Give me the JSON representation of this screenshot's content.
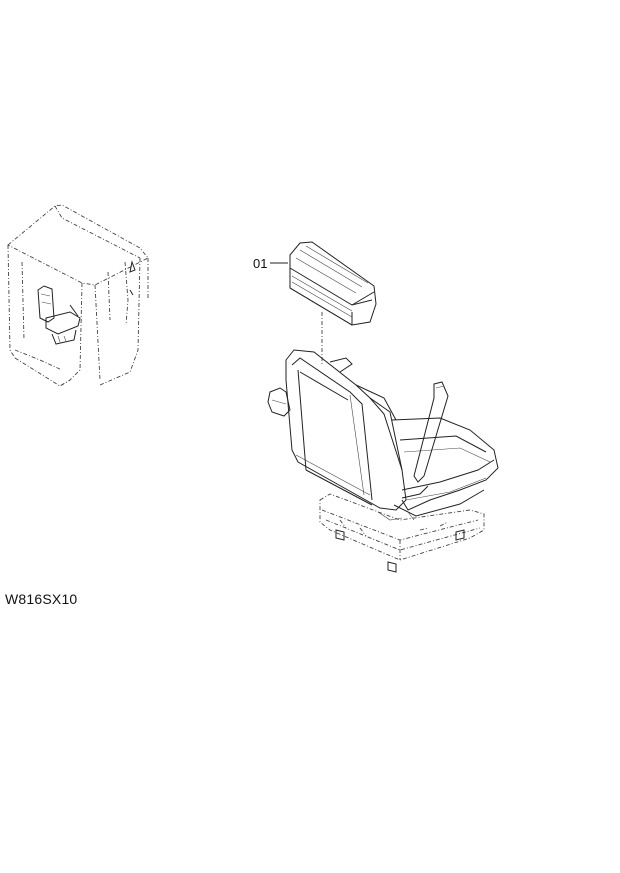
{
  "callouts": [
    {
      "number": "01",
      "part": "headrest"
    }
  ],
  "drawing_code": "W816SX10",
  "colors": {
    "line": "#222222",
    "background": "#ffffff"
  }
}
